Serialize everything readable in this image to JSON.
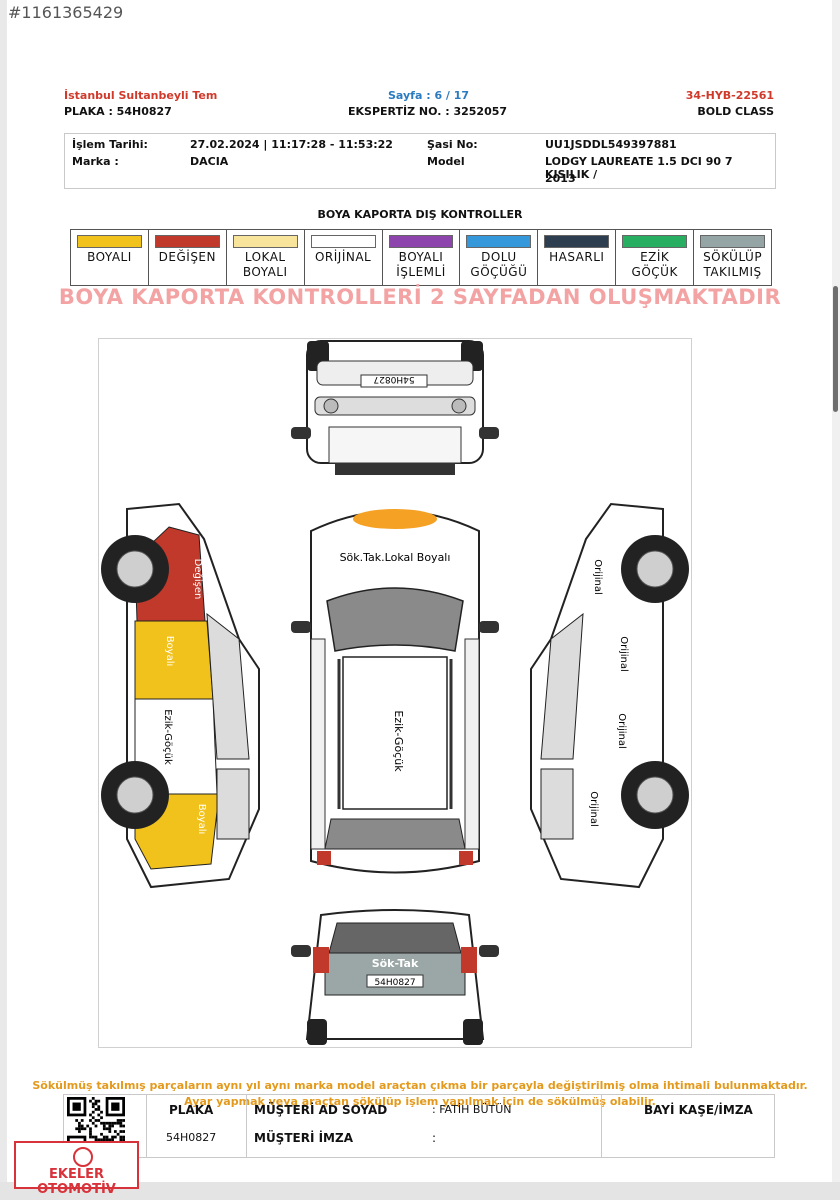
{
  "page_id": "#1161365429",
  "header": {
    "location": "İstanbul Sultanbeyli Tem",
    "page": "Sayfa : 6 / 17",
    "code": "34-HYB-22561",
    "plate": "PLAKA : 54H0827",
    "expertise_no": "EKSPERTİZ NO. : 3252057",
    "package": "BOLD CLASS"
  },
  "info": {
    "date_label": "İşlem Tarihi:",
    "date_value": "27.02.2024 | 11:17:28 - 11:53:22",
    "brand_label": "Marka :",
    "brand_value": "DACIA",
    "chassis_label": "Şasi No:",
    "chassis_value": "UU1JSDDL549397881",
    "model_label": "Model",
    "model_value_1": "LODGY LAUREATE 1.5 DCI 90 7 KISILIK /",
    "model_value_2": "2013"
  },
  "section_title": "BOYA KAPORTA DIŞ KONTROLLER",
  "legend": [
    {
      "line1": "BOYALI",
      "line2": "",
      "color": "#f2c21c"
    },
    {
      "line1": "DEĞİŞEN",
      "line2": "",
      "color": "#c0392b"
    },
    {
      "line1": "LOKAL",
      "line2": "BOYALI",
      "color": "#f8e49a"
    },
    {
      "line1": "ORİJİNAL",
      "line2": "",
      "color": "#ffffff"
    },
    {
      "line1": "BOYALI",
      "line2": "İŞLEMLİ",
      "color": "#8e44ad"
    },
    {
      "line1": "DOLU",
      "line2": "GÖÇÜĞÜ",
      "color": "#3498db"
    },
    {
      "line1": "HASARLI",
      "line2": "",
      "color": "#2c3e50"
    },
    {
      "line1": "EZİK",
      "line2": "GÖÇÜK",
      "color": "#27ae60"
    },
    {
      "line1": "SÖKÜLÜP",
      "line2": "TAKILMIŞ",
      "color": "#95a5a6"
    }
  ],
  "banner": "BOYA KAPORTA KONTROLLERİ 2 SAYFADAN OLUŞMAKTADIR",
  "diagram": {
    "front_plate": "54H0827",
    "rear_plate": "54H0827",
    "roof_hood_label": "Sök.Tak.Lokal Boyalı",
    "roof_label": "Ezik-Göçük",
    "rear_label": "Sök-Tak",
    "left_labels": {
      "fender": "Değişen",
      "front_door": "Boyalı",
      "rear_door": "Ezik-Göçük",
      "quarter": "Boyalı"
    },
    "right_labels": {
      "fender": "Orijinal",
      "front_door": "Orijinal",
      "rear_door": "Orijinal",
      "quarter": "Orijinal"
    }
  },
  "notice_1": "Sökülmüş takılmış parçaların aynı yıl aynı marka model araçtan çıkma bir parçayla değiştirilmiş olma ihtimali bulunmaktadır.",
  "notice_2": "Ayar yapmak veya araçtan sökülüp işlem yapılmak için de sökülmüş olabilir.",
  "footer": {
    "plate_label": "PLAKA",
    "plate_value": "54H0827",
    "customer_label": "MÜŞTERİ AD SOYAD",
    "customer_value": ": FATİH BÜTÜN",
    "sign_label": "MÜŞTERİ İMZA",
    "sign_value": ":",
    "stamp_label": "BAYİ KAŞE/İMZA"
  },
  "brand": "EKELER OTOMOTİV"
}
